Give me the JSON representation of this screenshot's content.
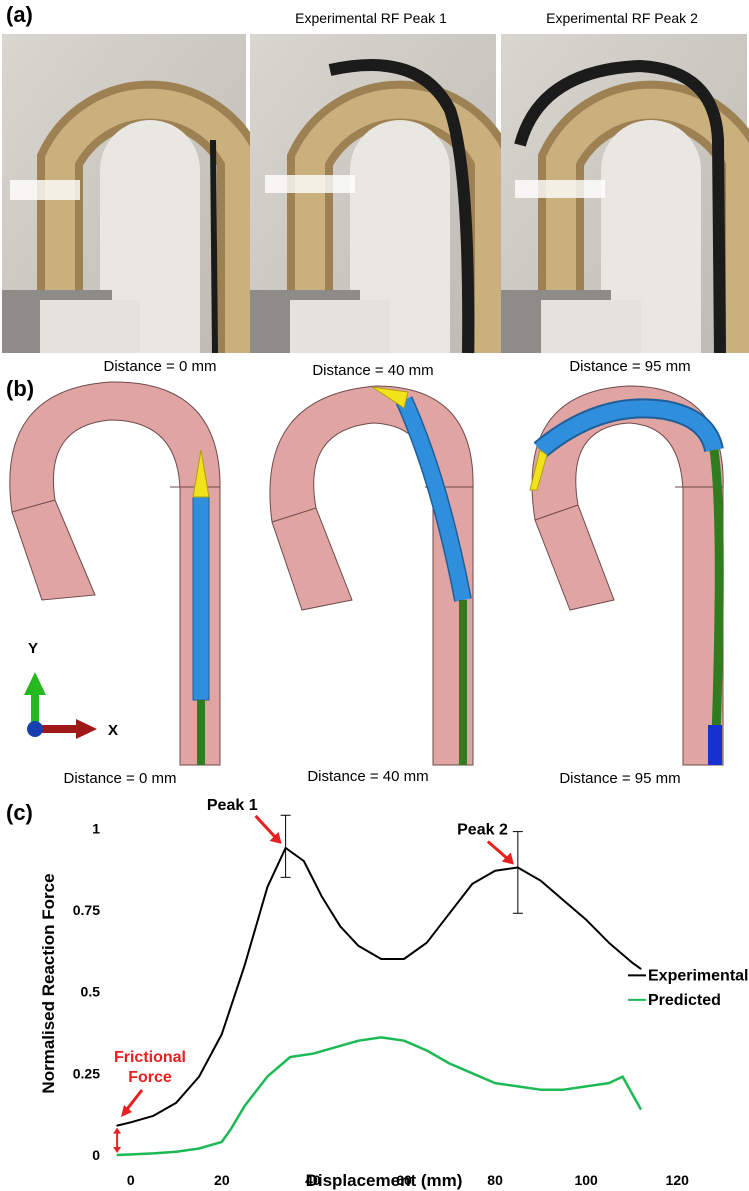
{
  "panels": {
    "a": "(a)",
    "b": "(b)",
    "c": "(c)"
  },
  "photos": {
    "titles": [
      "",
      "Experimental RF Peak 1",
      "Experimental RF Peak 2"
    ]
  },
  "simulation": {
    "top_labels": [
      "Distance = 0 mm",
      "Distance = 40 mm",
      "Distance = 95 mm"
    ],
    "bottom_labels": [
      "Distance = 0 mm",
      "Distance = 40 mm",
      "Distance = 95 mm"
    ],
    "axis_y": "Y",
    "axis_x": "X"
  },
  "colors": {
    "tube": "#e0a4a2",
    "tube_edge": "#6e4a4a",
    "catheter_blue": "#2f8fdc",
    "tip_yellow": "#f2e21a",
    "wire_green": "#2f7d1f",
    "experimental": "#000000",
    "predicted": "#1db954",
    "annotation": "#e82020"
  },
  "chart_data": {
    "type": "line",
    "xlabel": "Displacement (mm)",
    "ylabel": "Normalised Reaction Force",
    "xlim": [
      -5,
      125
    ],
    "ylim": [
      0,
      1.05
    ],
    "x_ticks": [
      0,
      20,
      40,
      60,
      80,
      100,
      120
    ],
    "y_ticks": [
      0,
      0.25,
      0.5,
      0.75,
      1
    ],
    "y_tick_labels": [
      "0",
      "0.25",
      "0.5",
      "0.75",
      "1"
    ],
    "legend_position": "right",
    "series": [
      {
        "name": "Experimental",
        "x": [
          -3,
          0,
          5,
          10,
          15,
          20,
          25,
          30,
          34,
          38,
          42,
          46,
          50,
          55,
          60,
          65,
          70,
          75,
          80,
          85,
          90,
          95,
          100,
          105,
          110,
          112
        ],
        "y": [
          0.09,
          0.1,
          0.12,
          0.16,
          0.24,
          0.37,
          0.58,
          0.82,
          0.94,
          0.9,
          0.79,
          0.7,
          0.64,
          0.6,
          0.6,
          0.65,
          0.74,
          0.83,
          0.87,
          0.88,
          0.84,
          0.78,
          0.72,
          0.65,
          0.59,
          0.57
        ]
      },
      {
        "name": "Predicted",
        "x": [
          -3,
          5,
          10,
          15,
          20,
          22,
          25,
          30,
          35,
          40,
          45,
          50,
          55,
          60,
          65,
          70,
          75,
          80,
          85,
          90,
          95,
          100,
          105,
          108,
          112
        ],
        "y": [
          0,
          0.005,
          0.01,
          0.02,
          0.04,
          0.08,
          0.15,
          0.24,
          0.3,
          0.31,
          0.33,
          0.35,
          0.36,
          0.35,
          0.32,
          0.28,
          0.25,
          0.22,
          0.21,
          0.2,
          0.2,
          0.21,
          0.22,
          0.24,
          0.14
        ]
      }
    ],
    "error_bars": [
      {
        "x": 34,
        "y": 0.94,
        "low": 0.85,
        "high": 1.04
      },
      {
        "x": 85,
        "y": 0.88,
        "low": 0.74,
        "high": 0.99
      }
    ],
    "annotations": [
      {
        "text": "Peak 1",
        "x": 34,
        "y": 0.94
      },
      {
        "text": "Peak 2",
        "x": 85,
        "y": 0.88
      },
      {
        "text": "Frictional Force",
        "x": -3,
        "y": 0.09
      }
    ]
  }
}
